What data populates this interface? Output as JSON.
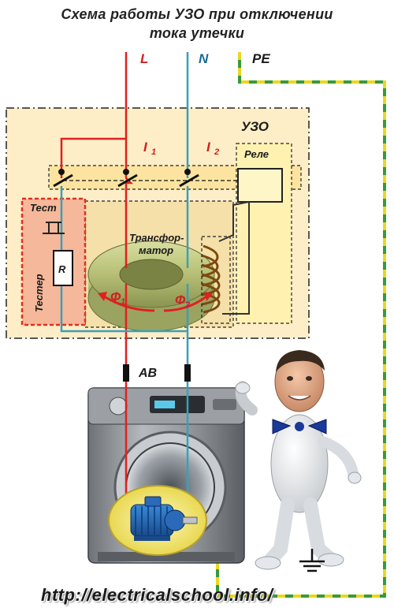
{
  "title": {
    "line1": "Схема работы УЗО при отключении",
    "line2": "тока утечки"
  },
  "labels": {
    "line_L": "L",
    "line_N": "N",
    "line_PE": "PE",
    "rcd": "УЗО",
    "current_1": "I",
    "current_1_sub": "1",
    "current_2": "I",
    "current_2_sub": "2",
    "relay": "Реле",
    "test": "Тест",
    "tester": "Тестер",
    "resistor": "R",
    "transformer_line1": "Трансфор-",
    "transformer_line2": "матор",
    "flux_1": "Ф",
    "flux_1_sub": "1",
    "flux_2": "Ф",
    "flux_2_sub": "2",
    "breaker": "АВ"
  },
  "footer": "http://electricalschool.info/",
  "colors": {
    "phase": "#e02020",
    "neutral": "#3aa0b8",
    "pe_yellow": "#e8d820",
    "pe_green": "#3a9a3a",
    "rcd_fill": "#fdeec8",
    "tester_fill": "#f6b89a",
    "tester_border": "#e03020",
    "relay_fill": "#fff2b0",
    "toroid": "#b8c27a",
    "label_red": "#d02020",
    "label_blue": "#1a6a9a"
  }
}
